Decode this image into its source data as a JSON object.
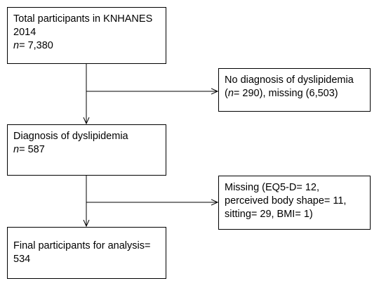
{
  "boxes": {
    "total": {
      "line1": "Total participants in KNHANES",
      "line2": "2014",
      "n_label": "n",
      "n_value": "= 7,380"
    },
    "exclusion1": {
      "line1": "No diagnosis of dyslipidemia",
      "paren_open": "(",
      "n_label": "n",
      "line2_rest": "= 290), missing (6,503)"
    },
    "diagnosis": {
      "line1": "Diagnosis of dyslipidemia",
      "n_label": "n",
      "n_value": "= 587"
    },
    "exclusion2": {
      "line1": "Missing (EQ5-D= 12,",
      "line2": "perceived body shape= 11,",
      "line3": "sitting= 29, BMI= 1)"
    },
    "final": {
      "line1": "Final participants for analysis=",
      "line2": "534"
    }
  },
  "colors": {
    "line": "#000000",
    "box_border": "#000000",
    "background": "#ffffff"
  }
}
